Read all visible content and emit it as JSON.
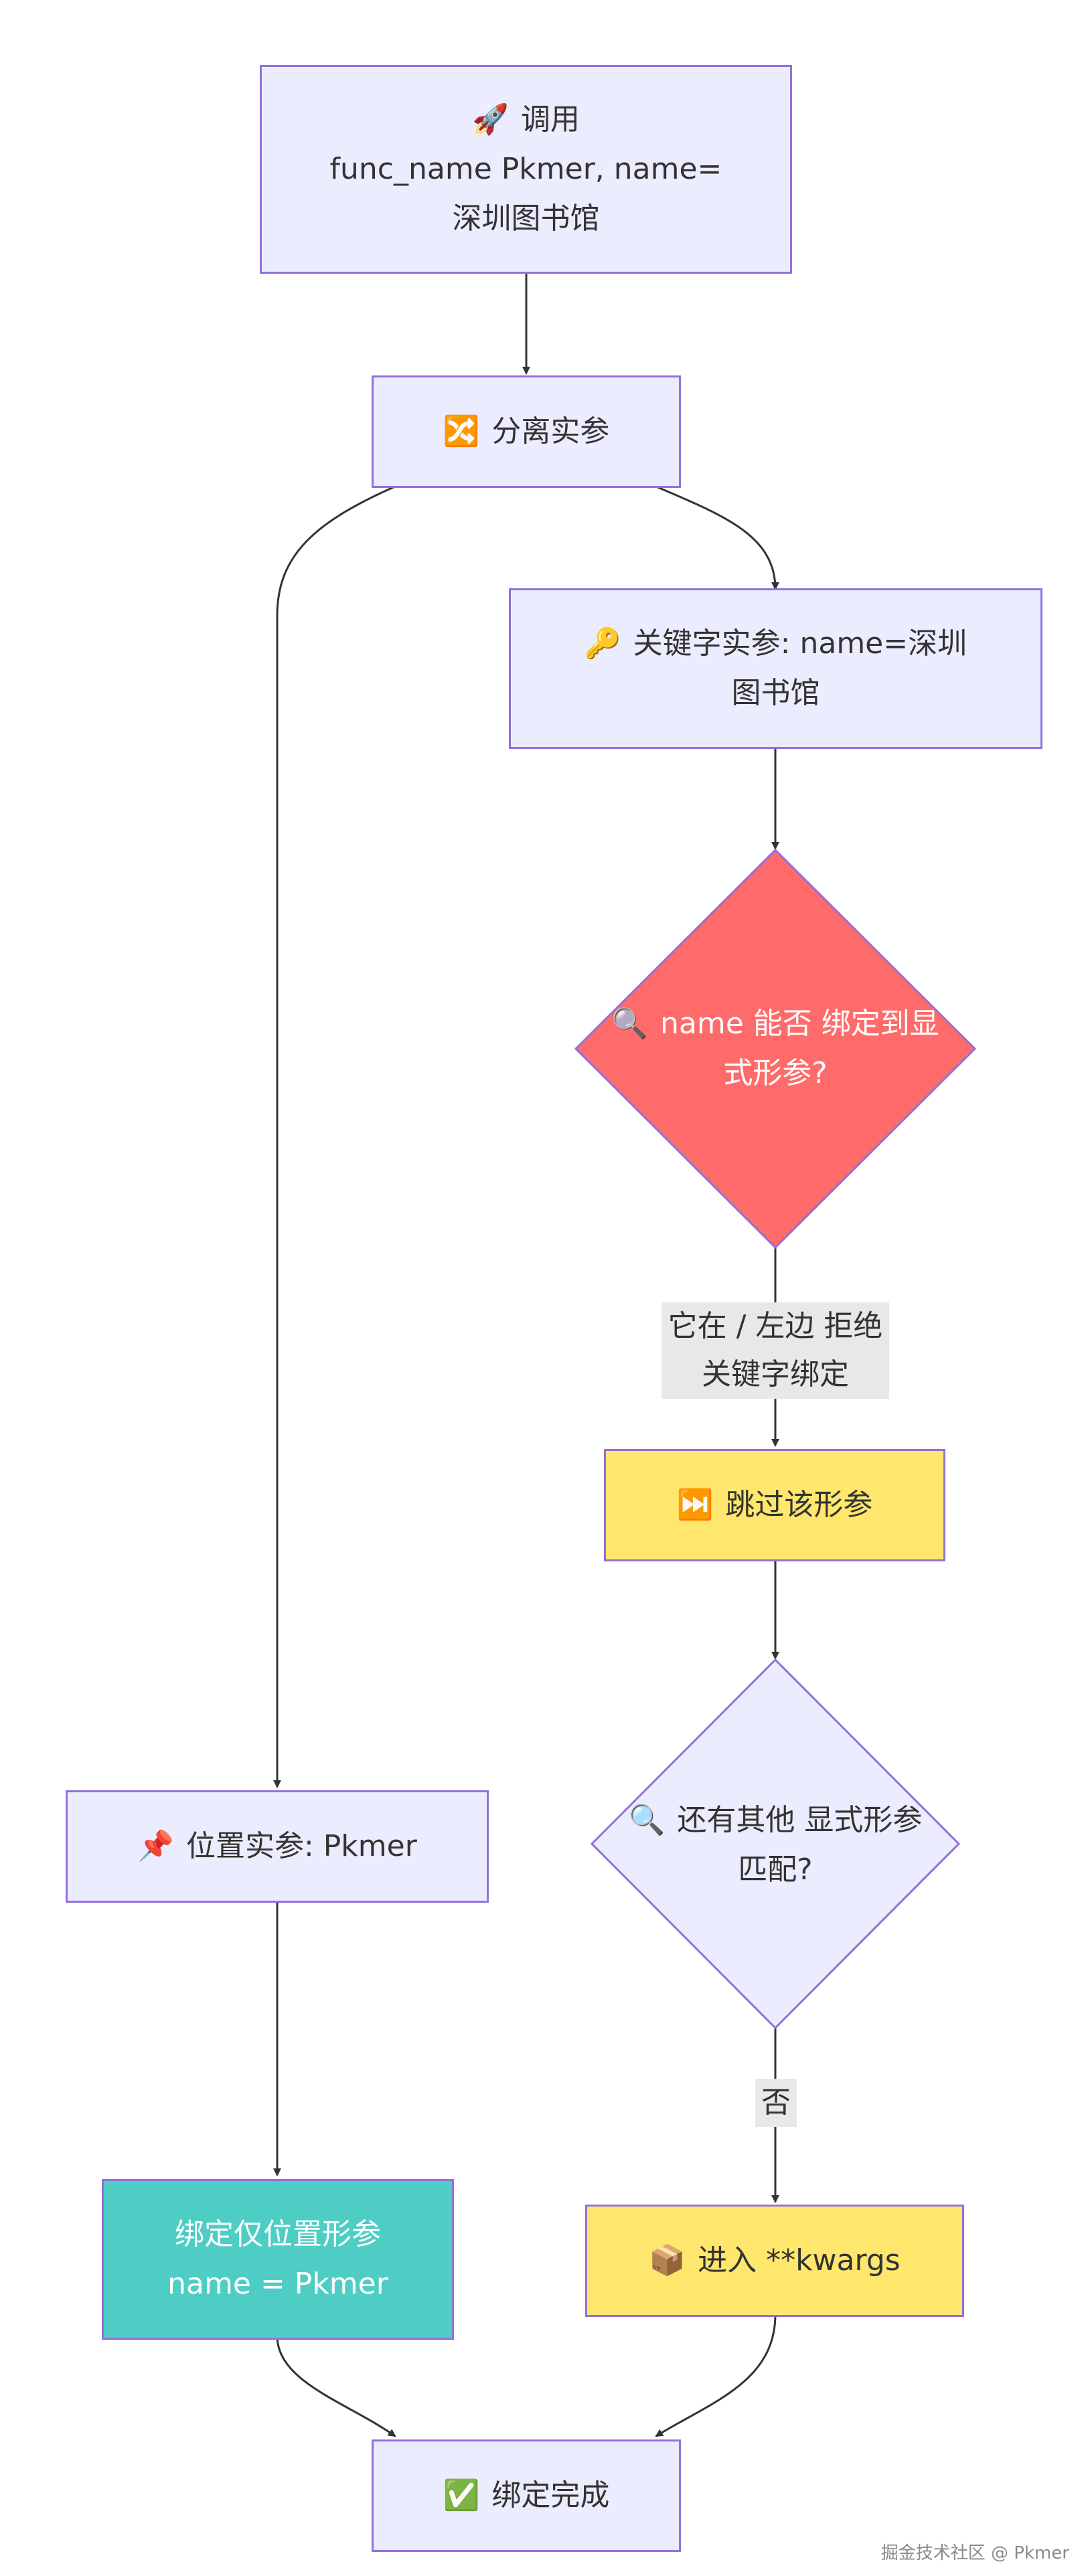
{
  "nodes": {
    "call": {
      "icon": "🚀",
      "lines": [
        "调用",
        "func_name Pkmer, name=",
        "深圳图书馆"
      ]
    },
    "split": {
      "icon": "🔀",
      "label": "分离实参"
    },
    "keyword": {
      "icon": "🔑",
      "lines": [
        "关键字实参: name=深圳",
        "图书馆"
      ]
    },
    "check_bind": {
      "icon": "🔍",
      "lines": [
        "name 能否",
        "绑定到显式形参?"
      ]
    },
    "skip": {
      "icon": "⏭️",
      "label": "跳过该形参"
    },
    "check_other": {
      "icon": "🔍",
      "lines": [
        "还有其他",
        "显式形参匹配?"
      ]
    },
    "positional": {
      "icon": "📌",
      "label": "位置实参: Pkmer"
    },
    "bind_pos": {
      "lines": [
        "绑定仅位置形参",
        "name = Pkmer"
      ]
    },
    "kwargs": {
      "icon": "📦",
      "label": "进入 **kwargs"
    },
    "done": {
      "icon": "✅",
      "label": "绑定完成"
    }
  },
  "edge_labels": {
    "left_side": [
      "它在 / 左边",
      "拒绝关键字绑定"
    ],
    "no": "否"
  },
  "colors": {
    "node_fill": "#ececff",
    "node_border": "#9370db",
    "diamond_red": "#ff6b6b",
    "yellow": "#ffe66d",
    "teal": "#4ecdc4",
    "edge": "#333333"
  },
  "watermark": "掘金技术社区 @ Pkmer"
}
